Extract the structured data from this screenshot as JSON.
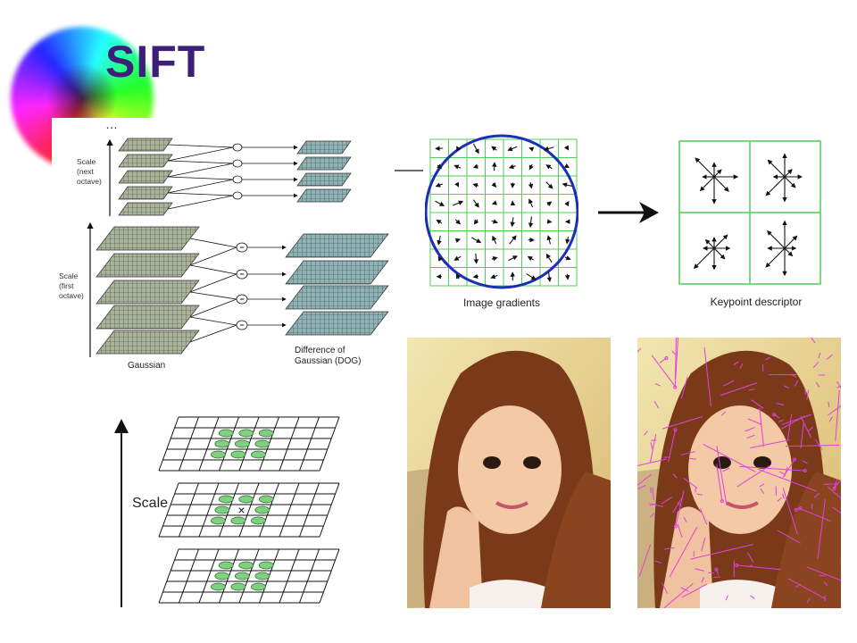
{
  "slide": {
    "title": "SIFT"
  },
  "pyramid": {
    "ellipsis": "…",
    "scale_next_octave": [
      "Scale",
      "(next",
      "octave)"
    ],
    "scale_first_octave": [
      "Scale",
      "(first",
      "octave)"
    ],
    "gaussian_label": "Gaussian",
    "dog_label": [
      "Difference of",
      "Gaussian (DOG)"
    ],
    "minus_symbol": "−"
  },
  "gradients": {
    "caption": "Image gradients"
  },
  "descriptor": {
    "caption": "Keypoint descriptor"
  },
  "scale_space": {
    "axis_label": "Scale"
  },
  "colors": {
    "title": "#3d1f7a",
    "grid_green": "#55cc55",
    "circle_blue": "#1a2fb5",
    "gaussian_fill": "#a9b39a",
    "dog_fill": "#8fb2b5",
    "keypoint_magenta": "#e040e0"
  },
  "photos": [
    {
      "description_icon": "portrait-photo"
    },
    {
      "description_icon": "portrait-photo-with-sift-keypoints"
    }
  ]
}
